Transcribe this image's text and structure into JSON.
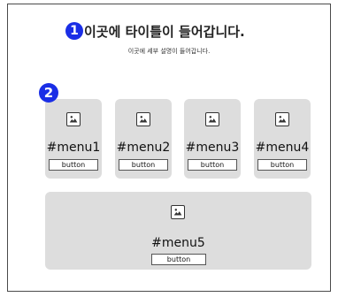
{
  "header": {
    "step1": "1",
    "title": "이곳에 타이틀이 들어갑니다.",
    "subtitle": "이곳에 세부 설명이 들어갑니다."
  },
  "menus": {
    "step2": "2",
    "items": [
      {
        "label": "#menu1",
        "button": "button",
        "icon": "image-icon"
      },
      {
        "label": "#menu2",
        "button": "button",
        "icon": "image-icon"
      },
      {
        "label": "#menu3",
        "button": "button",
        "icon": "image-icon"
      },
      {
        "label": "#menu4",
        "button": "button",
        "icon": "image-icon"
      },
      {
        "label": "#menu5",
        "button": "button",
        "icon": "image-icon"
      }
    ]
  },
  "colors": {
    "badge": "#1a2ee6",
    "card": "#dddddd",
    "border": "#4a4a4a"
  }
}
